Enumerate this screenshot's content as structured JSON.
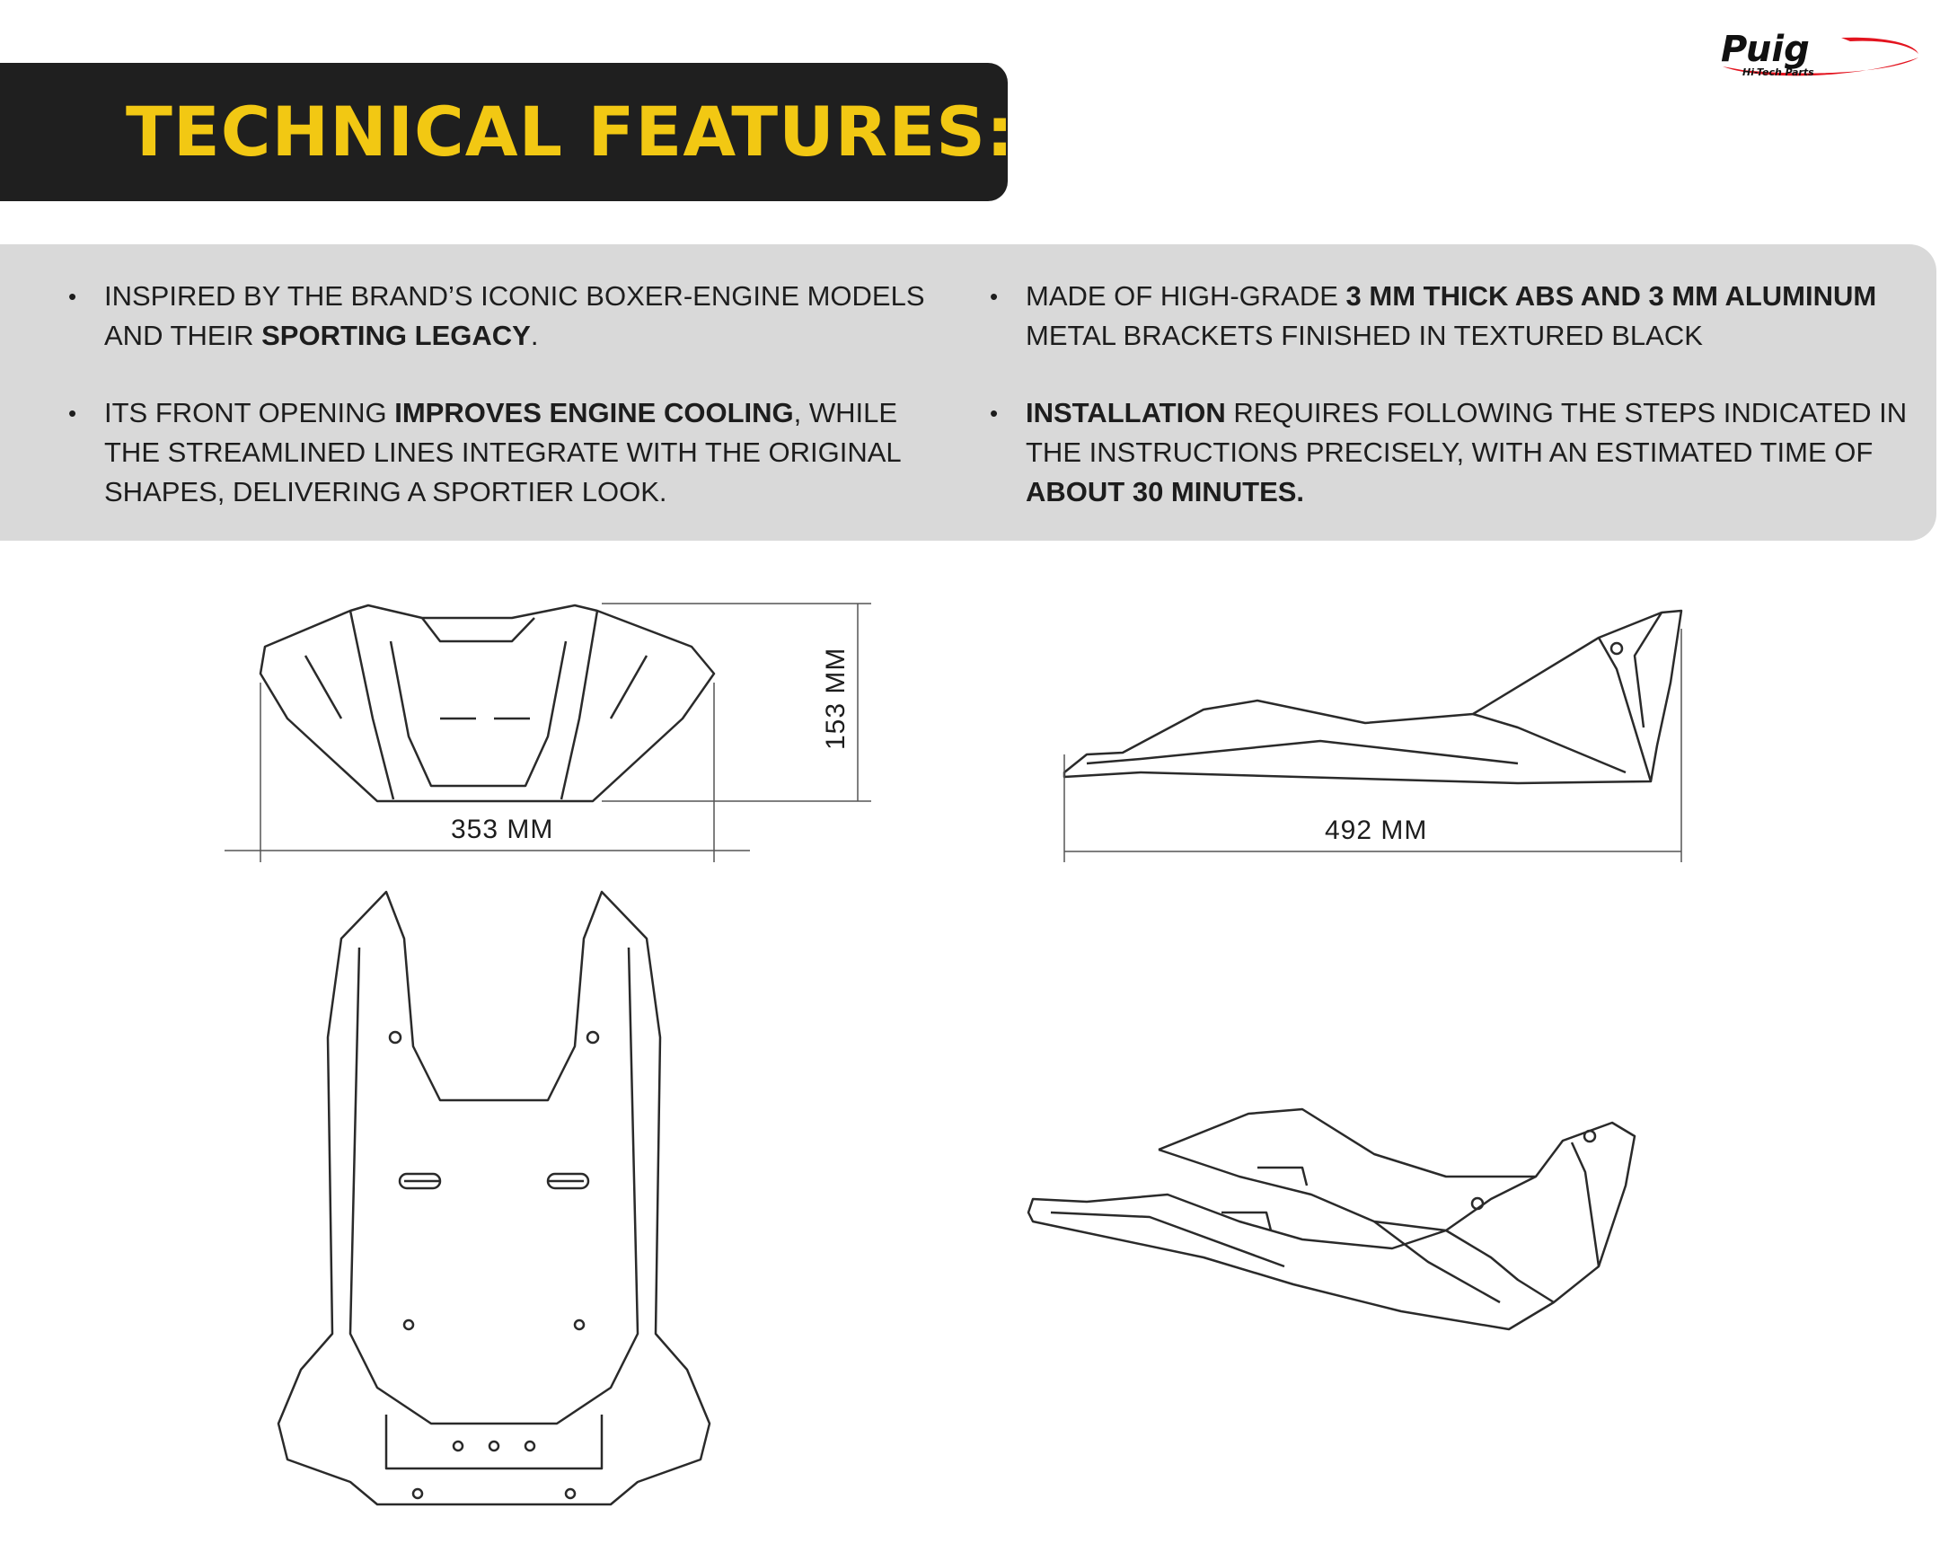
{
  "header": {
    "title": "TECHNICAL FEATURES:",
    "brand": "Puig",
    "brand_tagline": "Hi-Tech Parts",
    "accent_color": "#f2c813",
    "bar_color": "#1f1f1f"
  },
  "features": {
    "left": [
      {
        "before": "INSPIRED BY THE BRAND’S ICONIC BOXER-ENGINE MODELS AND THEIR ",
        "bold": "SPORTING LEGACY",
        "after": "."
      },
      {
        "before": "ITS FRONT OPENING ",
        "bold": "IMPROVES ENGINE COOLING",
        "after": ", WHILE THE STREAMLINED LINES INTEGRATE WITH THE ORIGINAL SHAPES, DELIVERING A SPORTIER LOOK."
      }
    ],
    "right": [
      {
        "before": "MADE OF HIGH-GRADE ",
        "bold": "3 MM THICK ABS AND 3 MM ALUMINUM",
        "after": " METAL BRACKETS FINISHED IN TEXTURED BLACK"
      },
      {
        "before": "",
        "bold": "INSTALLATION",
        "after": " REQUIRES FOLLOWING THE STEPS INDICATED IN THE INSTRUCTIONS PRECISELY, WITH AN ESTIMATED TIME OF ",
        "bold2": "ABOUT 30 MINUTES."
      }
    ]
  },
  "dimensions": {
    "front_width": "353 MM",
    "front_height": "153 MM",
    "side_length": "492 MM"
  }
}
